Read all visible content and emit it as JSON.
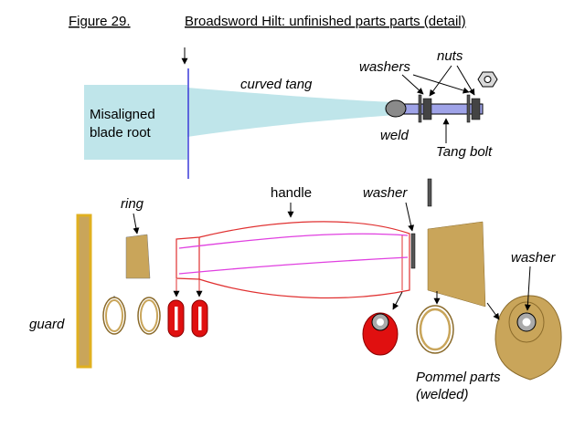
{
  "header": {
    "figure_label": "Figure 29.",
    "title": "Broadsword Hilt: unfinished parts parts (detail)"
  },
  "labels": {
    "blade_root_line1": "Misaligned",
    "blade_root_line2": "blade root",
    "curved_tang": "curved tang",
    "washers": "washers",
    "nuts": "nuts",
    "weld": "weld",
    "tang_bolt": "Tang bolt",
    "ring": "ring",
    "handle": "handle",
    "washer_top": "washer",
    "washer_right": "washer",
    "guard": "guard",
    "pommel_line1": "Pommel parts",
    "pommel_line2": "(welded)"
  },
  "colors": {
    "blade": "#bfe5ea",
    "blade_line": "#3a3ad8",
    "brass": "#c9a55a",
    "brass_dark": "#8a6a2a",
    "guard_edge": "#e0b020",
    "red": "#e01010",
    "handle_line": "#e03030",
    "handle_inner": "#e040e0",
    "bolt": "#9fa3e8",
    "weld": "#8a8a8a"
  }
}
